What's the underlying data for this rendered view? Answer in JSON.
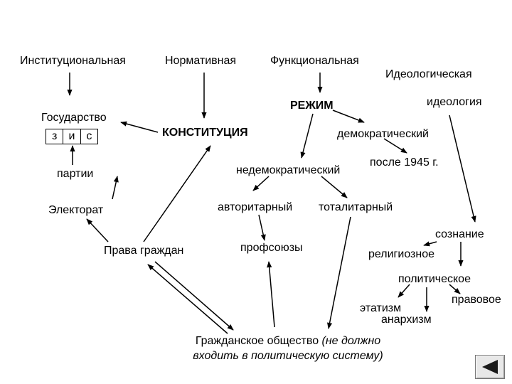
{
  "labels": {
    "institutional": "Институциональная",
    "normative": "Нормативная",
    "functional": "Функциональная",
    "ideological": "Идеологическая",
    "state": "Государство",
    "zic": [
      "з",
      "и",
      "с"
    ],
    "constitution": "КОНСТИТУЦИЯ",
    "regime": "РЕЖИМ",
    "ideology": "идеология",
    "democratic": "демократический",
    "after1945": "после 1945 г.",
    "parties": "партии",
    "nondemocratic": "недемократический",
    "electorate": "Электорат",
    "authoritarian": "авторитарный",
    "totalitarian": "тоталитарный",
    "consciousness": "сознание",
    "citizen_rights": "Права граждан",
    "trade_unions": "профсоюзы",
    "religious": "религиозное",
    "political": "политическое",
    "legal": "правовое",
    "etatism": "этатизм",
    "anarchism": "анархизм",
    "civil_society": "Гражданское общество",
    "civil_note": "(не должно входить в политическую систему)"
  },
  "colors": {
    "line": "#000000",
    "button_bg": "#e8e8e8",
    "button_arrow": "#1a1a1a"
  },
  "nav": {
    "icon": "triangle-left-icon"
  }
}
